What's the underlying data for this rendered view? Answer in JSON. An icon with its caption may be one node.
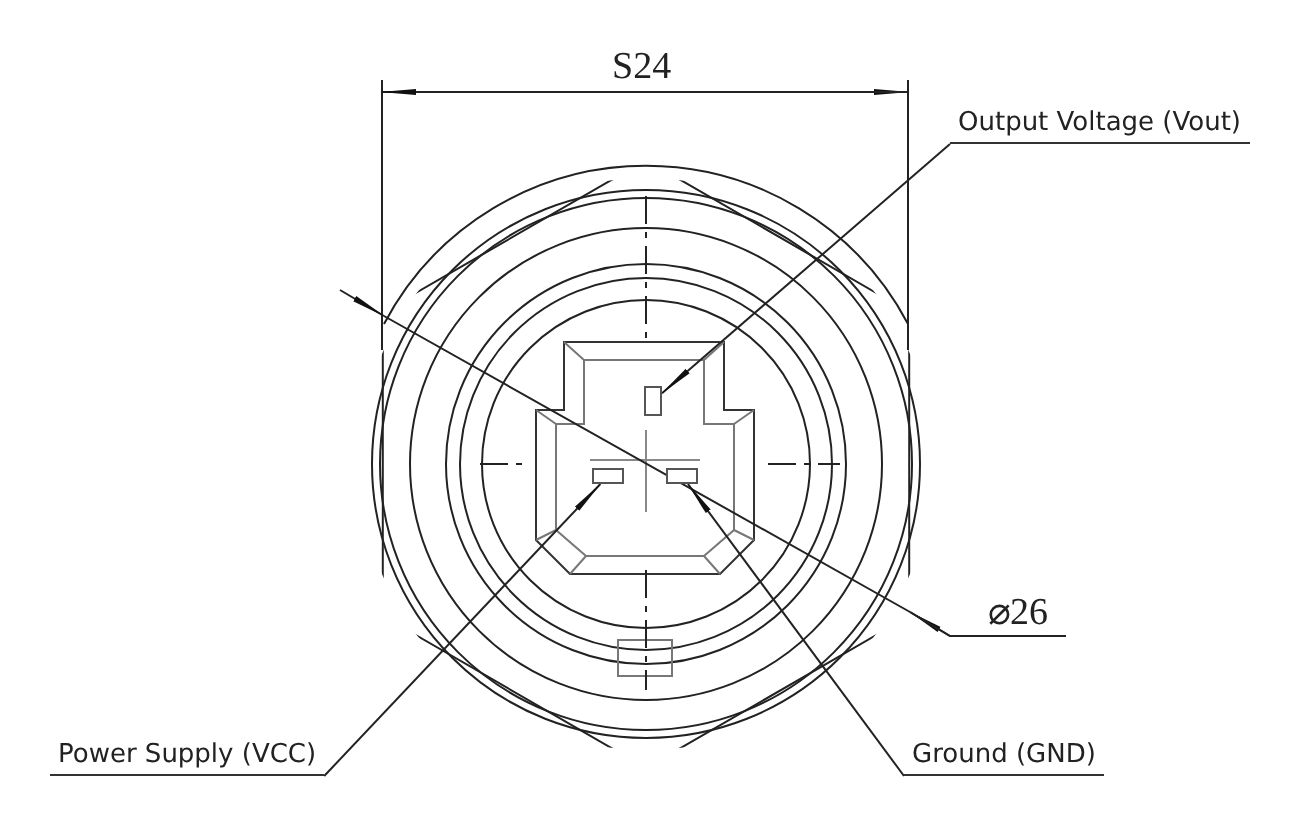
{
  "diagram": {
    "nodes": [
      {
        "text": [
          "Output Voltage (Vout)"
        ]
      },
      {
        "text": [],
        "shape": "box"
      },
      {
        "text": [],
        "shape": "box"
      },
      {
        "text": [],
        "shape": "box"
      },
      {
        "text": [
          "Power Supply (VCC)"
        ]
      },
      {
        "text": [
          "Ground (GND)"
        ]
      }
    ],
    "edges": [
      {
        "from": 0,
        "to": 1,
        "arrow": "to"
      },
      {
        "from": 4,
        "to": 2,
        "arrow": "to"
      },
      {
        "from": 5,
        "to": 3,
        "arrow": "to"
      }
    ],
    "labels": [
      "S24",
      "⌀26"
    ]
  }
}
